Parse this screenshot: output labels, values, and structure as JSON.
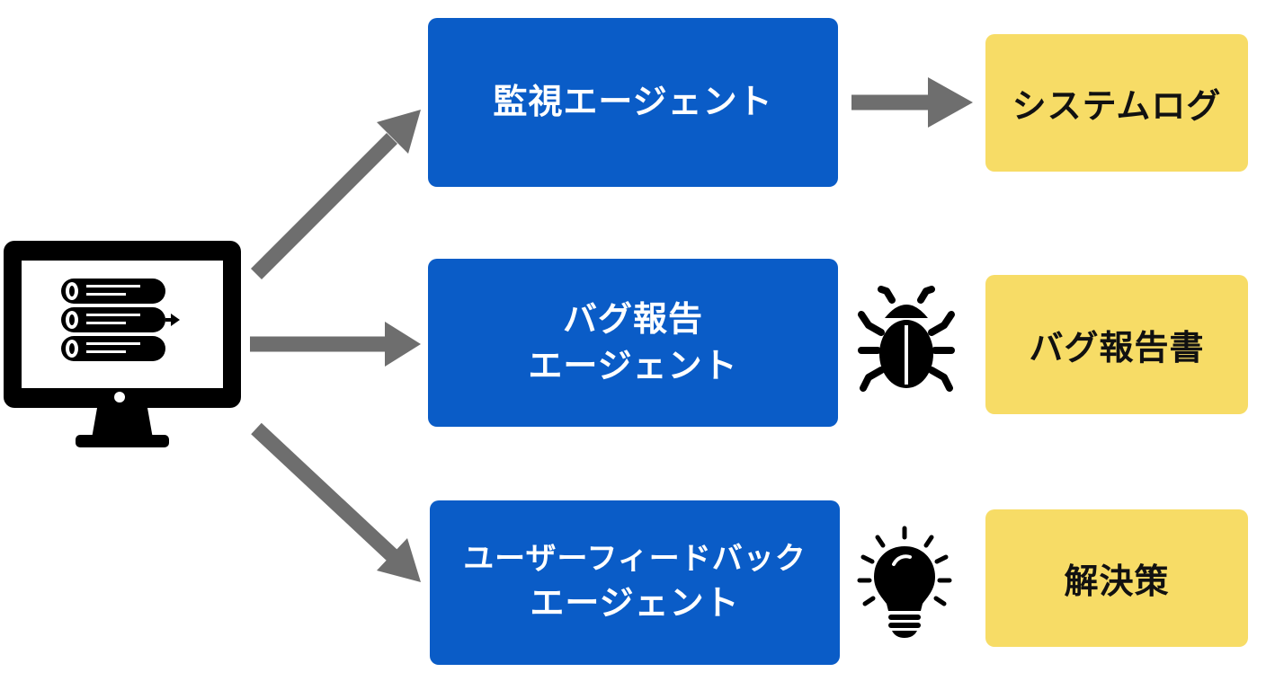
{
  "colors": {
    "agent_box": "#0a5cc7",
    "output_box": "#f7dc66",
    "arrow": "#6e6e6e",
    "icon": "#000000"
  },
  "source": {
    "icon": "computer-monitor-log-stream-icon"
  },
  "agents": [
    {
      "lines": [
        "監視エージェント"
      ]
    },
    {
      "lines": [
        "バグ報告",
        "エージェント"
      ]
    },
    {
      "lines": [
        "ユーザーフィードバック",
        "エージェント"
      ]
    }
  ],
  "outputs": [
    {
      "label": "システムログ",
      "icon": "arrow-right-icon"
    },
    {
      "label": "バグ報告書",
      "icon": "bug-icon"
    },
    {
      "label": "解決策",
      "icon": "lightbulb-icon"
    }
  ]
}
